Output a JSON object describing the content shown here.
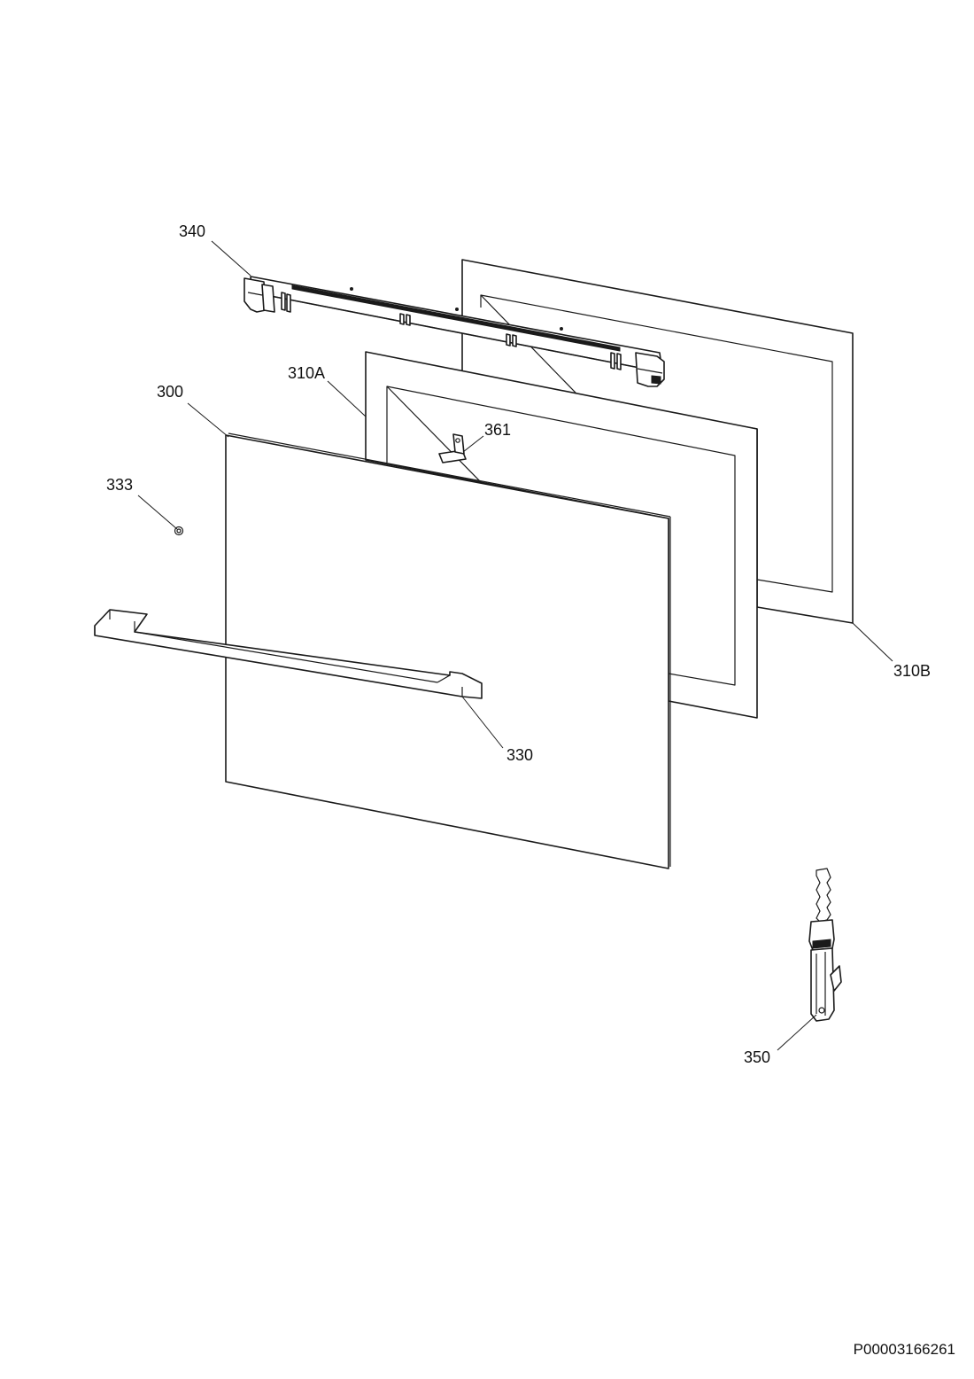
{
  "labels": {
    "p340": "340",
    "p310A": "310A",
    "p300": "300",
    "p361": "361",
    "p333": "333",
    "p310B": "310B",
    "p330": "330",
    "p350": "350"
  },
  "document_number": "P00003166261"
}
